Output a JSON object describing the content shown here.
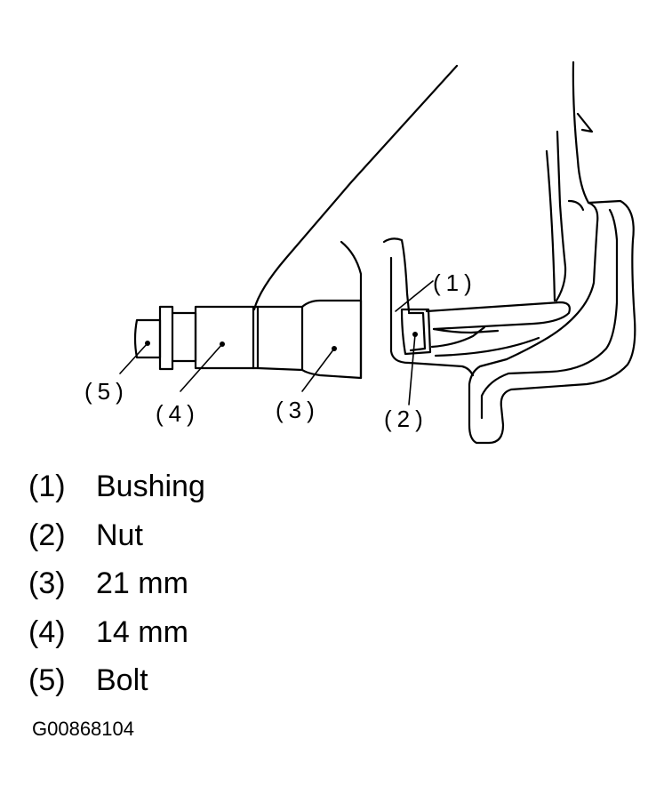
{
  "callouts": {
    "c1": "(1)",
    "c2": "(2)",
    "c3": "(3)",
    "c4": "(4)",
    "c5": "(5)"
  },
  "legend": [
    {
      "number": "(1)",
      "text": "Bushing"
    },
    {
      "number": "(2)",
      "text": "Nut"
    },
    {
      "number": "(3)",
      "text": "21 mm"
    },
    {
      "number": "(4)",
      "text": "14 mm"
    },
    {
      "number": "(5)",
      "text": "Bolt"
    }
  ],
  "figure_code": "G00868104",
  "colors": {
    "ink": "#000000",
    "background": "#ffffff"
  }
}
